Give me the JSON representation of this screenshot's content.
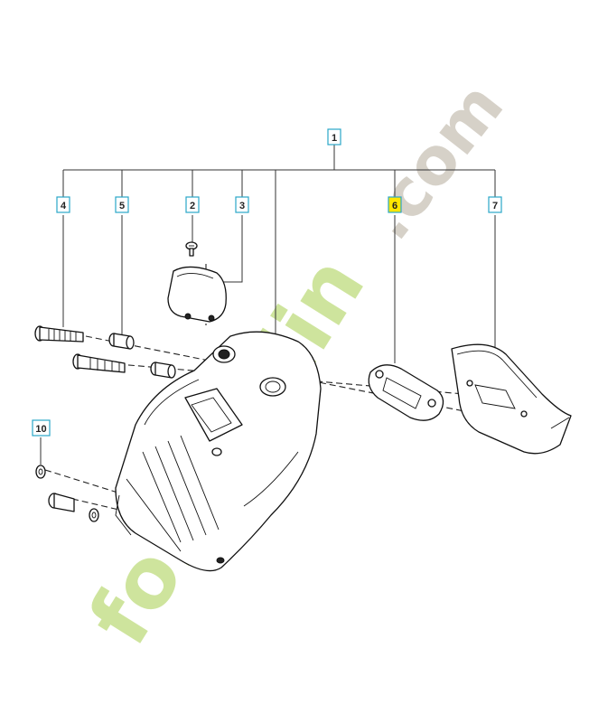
{
  "diagram": {
    "callouts": [
      {
        "id": "1",
        "label": "1",
        "highlight": false
      },
      {
        "id": "2",
        "label": "2",
        "highlight": false
      },
      {
        "id": "3",
        "label": "3",
        "highlight": false
      },
      {
        "id": "4",
        "label": "4",
        "highlight": false
      },
      {
        "id": "5",
        "label": "5",
        "highlight": false
      },
      {
        "id": "6",
        "label": "6",
        "highlight": true
      },
      {
        "id": "7",
        "label": "7",
        "highlight": false
      },
      {
        "id": "10",
        "label": "10",
        "highlight": false
      }
    ],
    "colors": {
      "callout_border": "#2aa7c7",
      "highlight": "#ffe600",
      "watermark_green": "#c6e08c",
      "watermark_orange": "#f7b45a",
      "watermark_gray": "#cfc9bf"
    }
  },
  "watermark": {
    "text_green": "for   jardin",
    "text_gray": ".com"
  }
}
